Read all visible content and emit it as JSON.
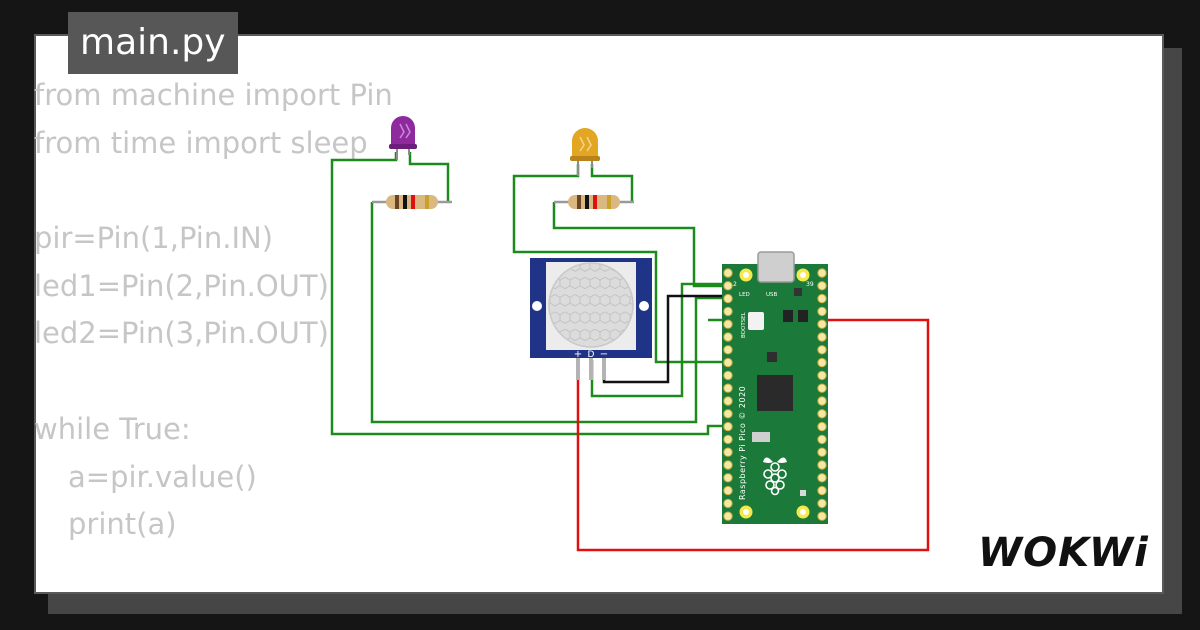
{
  "file_tab": {
    "label": "main.py"
  },
  "code_lines": [
    "from machine import Pin",
    "from time import sleep",
    "",
    "pir=Pin(1,Pin.IN)",
    "led1=Pin(2,Pin.OUT)",
    "led2=Pin(3,Pin.OUT)",
    "",
    "while True:",
    "a=pir.value()",
    "print(a)"
  ],
  "pir_sensor": {
    "pin_labels": [
      "+",
      "D",
      "−"
    ]
  },
  "pico_board": {
    "silkscreen": "Raspberry Pi Pico © 2020",
    "labels": {
      "led": "LED",
      "usb": "USB",
      "bootsel": "BOOTSEL",
      "pin_2": "2",
      "pin_39": "39"
    }
  },
  "brand": {
    "logo_text": "WOKWi"
  },
  "colors": {
    "background": "#151515",
    "card": "#ffffff",
    "tab": "#575757",
    "code_text": "#c6c6c6",
    "wire_green": "#1c8a1c",
    "wire_red": "#e01010",
    "wire_black": "#111111",
    "led_purple": "#8e2a9e",
    "led_amber": "#e2a623",
    "pico_green": "#1b7a3a",
    "pir_blue": "#1f3486"
  }
}
